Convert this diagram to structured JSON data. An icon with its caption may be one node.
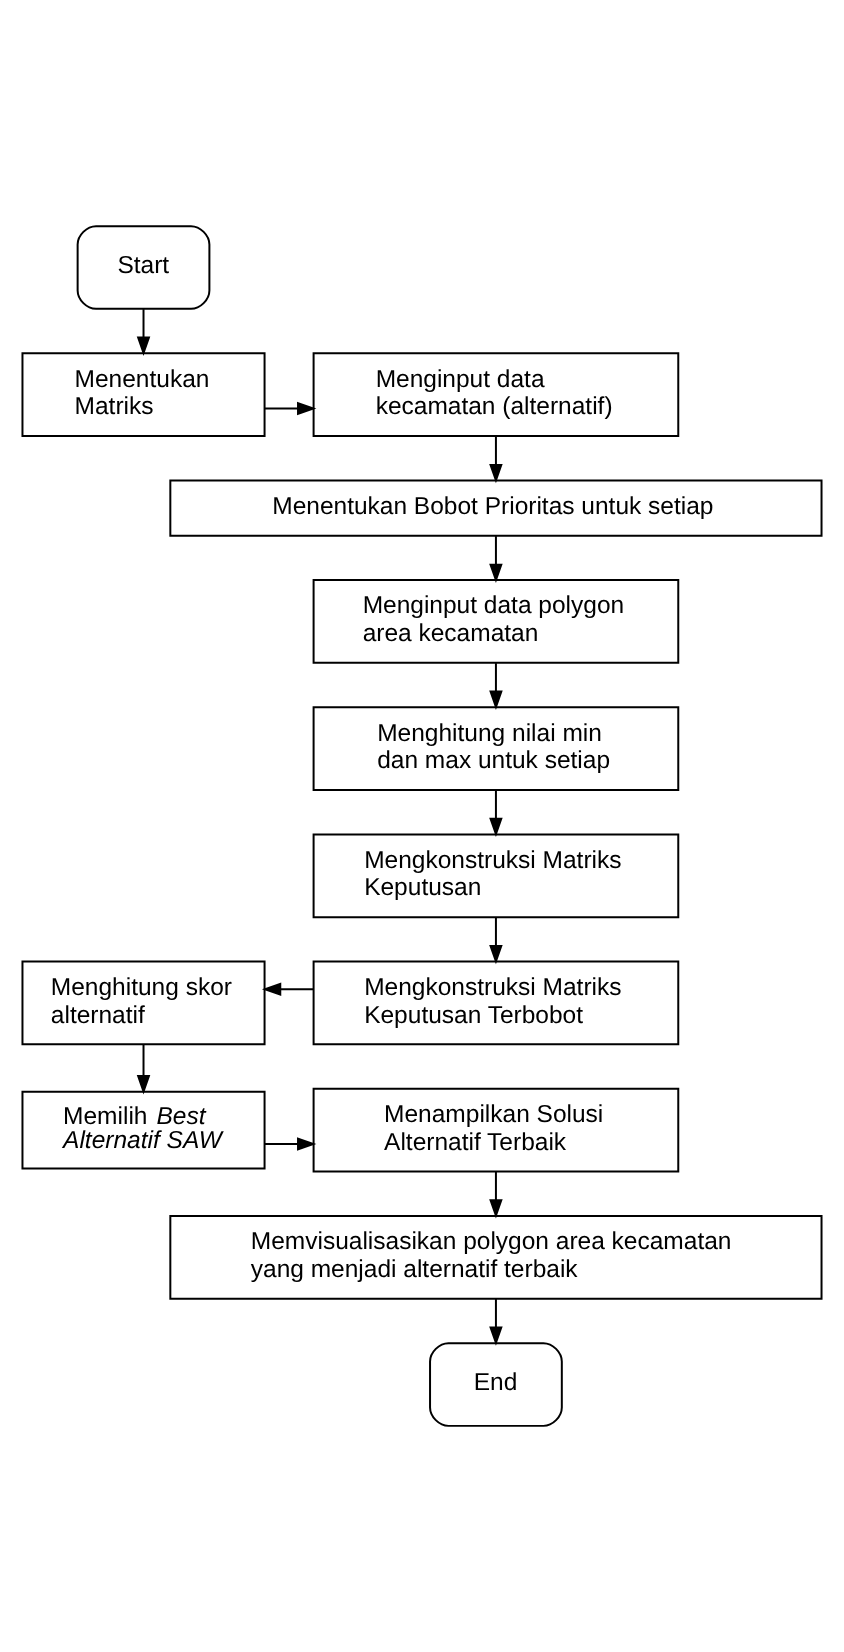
{
  "diagram": {
    "nodes": [
      {
        "text": [
          "Start"
        ]
      },
      {
        "text": [
          "Menentukan Matriks"
        ]
      },
      {
        "text": [
          "Menginput data kecamatan (alternatif)"
        ]
      },
      {
        "text": [
          "Menentukan Bobot Prioritas untuk setiap"
        ]
      },
      {
        "text": [
          "Menginput data polygon area kecamatan"
        ]
      },
      {
        "text": [
          "Menghitung nilai min dan max untuk setiap"
        ]
      },
      {
        "text": [
          "Mengkonstruksi Matriks Keputusan"
        ]
      },
      {
        "text": [
          "Mengkonstruksi Matriks Keputusan Terbobot"
        ]
      },
      {
        "text": [
          "Menghitung skor alternatif"
        ]
      },
      {
        "text": [
          "Memilih *Best Alternatif SAW*"
        ]
      },
      {
        "text": [
          "Menampilkan Solusi Alternatif Terbaik"
        ]
      },
      {
        "text": [
          "Memvisualisasikan polygon area kecamatan yang menjadi alternatif terbaik"
        ]
      },
      {
        "text": [
          "End"
        ]
      }
    ],
    "edges": [
      {
        "from": 0,
        "to": 1,
        "arrow": "to"
      },
      {
        "from": 1,
        "to": 2,
        "arrow": "to"
      },
      {
        "from": 2,
        "to": 3,
        "arrow": "to"
      },
      {
        "from": 3,
        "to": 4,
        "arrow": "to"
      },
      {
        "from": 4,
        "to": 5,
        "arrow": "to"
      },
      {
        "from": 5,
        "to": 6,
        "arrow": "to"
      },
      {
        "from": 6,
        "to": 7,
        "arrow": "to"
      },
      {
        "from": 7,
        "to": 8,
        "arrow": "to"
      },
      {
        "from": 8,
        "to": 9,
        "arrow": "to"
      },
      {
        "from": 9,
        "to": 10,
        "arrow": "to"
      },
      {
        "from": 10,
        "to": 11,
        "arrow": "to"
      },
      {
        "from": 11,
        "to": 12,
        "arrow": "to"
      }
    ]
  }
}
